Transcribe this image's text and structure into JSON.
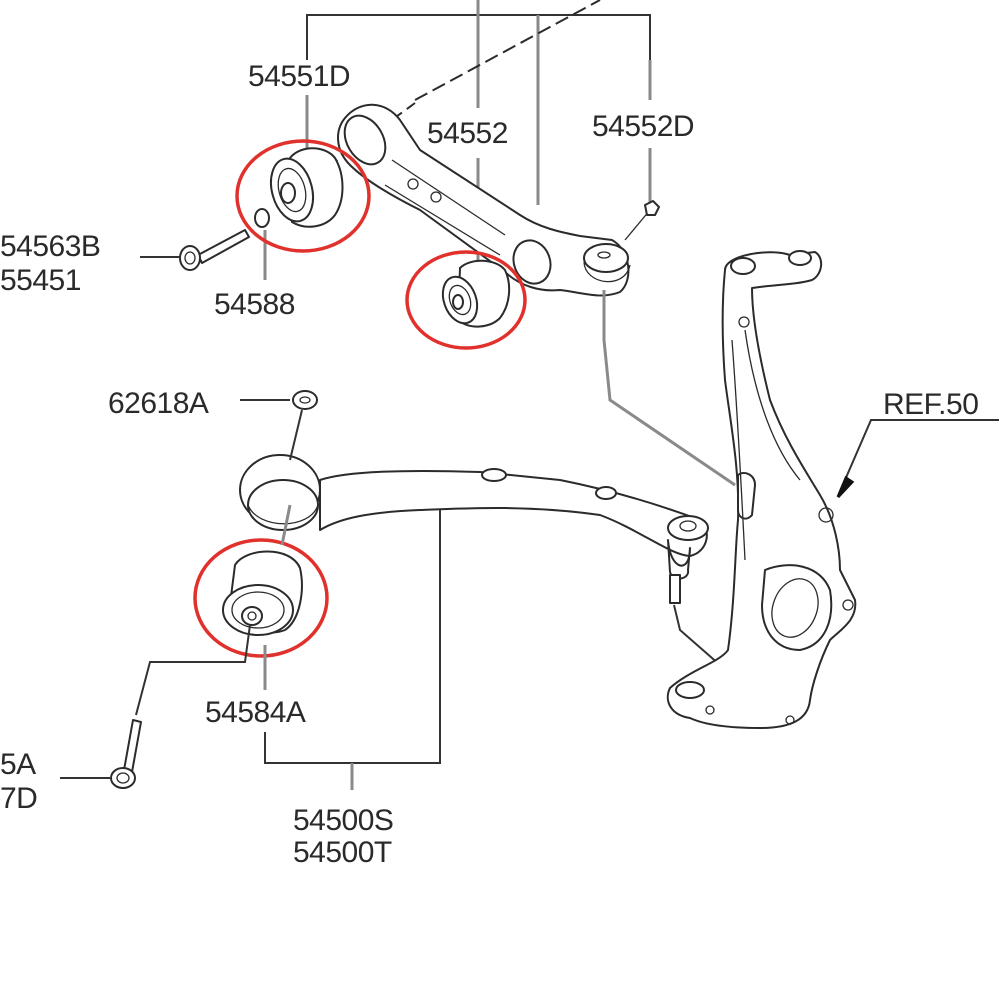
{
  "diagram": {
    "title": "Front suspension lower arm assembly exploded parts diagram",
    "highlight_color": "#e0312c",
    "line_color": "#2b2b2b",
    "labels": {
      "p54551D": "54551D",
      "p54552": "54552",
      "p54552D": "54552D",
      "p54563B": "54563B",
      "p55451": "55451",
      "p54588": "54588",
      "p62618A": "62618A",
      "pREF": "REF.50",
      "p54584A": "54584A",
      "p5A": "5A",
      "p7D": "7D",
      "p54500S": "54500S",
      "p54500T": "54500T"
    },
    "highlighted_parts": [
      "54551D",
      "54552",
      "54584A"
    ]
  }
}
